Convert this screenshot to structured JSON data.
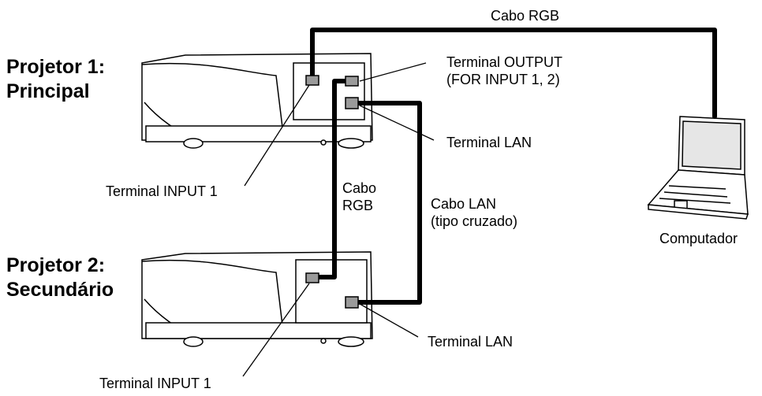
{
  "projector1": {
    "line1": "Projetor 1:",
    "line2": "Principal"
  },
  "projector2": {
    "line1": "Projetor 2:",
    "line2": "Secundário"
  },
  "labels": {
    "rgb_cable_top": "Cabo RGB",
    "terminal_output_line1": "Terminal OUTPUT",
    "terminal_output_line2": "(FOR INPUT 1, 2)",
    "terminal_lan_1": "Terminal LAN",
    "terminal_input1_top": "Terminal INPUT 1",
    "rgb_cable_mid_line1": "Cabo",
    "rgb_cable_mid_line2": "RGB",
    "lan_cable_line1": "Cabo LAN",
    "lan_cable_line2": "(tipo cruzado)",
    "computer": "Computador",
    "terminal_lan_2": "Terminal LAN",
    "terminal_input1_bottom": "Terminal INPUT 1"
  },
  "colors": {
    "line": "#000000",
    "connector": "#9a9a9a",
    "laptop_screen": "#e6e6e6"
  }
}
